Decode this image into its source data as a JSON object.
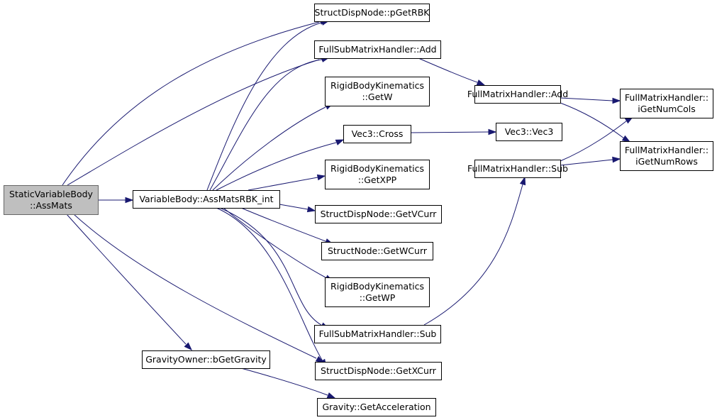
{
  "graph": {
    "edge_color": "#191970",
    "root_fill": "#bfbfbf",
    "nodes": {
      "static_ass": [
        "StaticVariableBody",
        "::AssMats"
      ],
      "var_ass": [
        "VariableBody::AssMatsRBK_int"
      ],
      "grav_owner": [
        "GravityOwner::bGetGravity"
      ],
      "pget_rbk": [
        "StructDispNode::pGetRBK"
      ],
      "fsub_add": [
        "FullSubMatrixHandler::Add"
      ],
      "rbk_getw": [
        "RigidBodyKinematics",
        "::GetW"
      ],
      "vec3_cross": [
        "Vec3::Cross"
      ],
      "rbk_getxpp": [
        "RigidBodyKinematics",
        "::GetXPP"
      ],
      "getvcurr": [
        "StructDispNode::GetVCurr"
      ],
      "getwcurr": [
        "StructNode::GetWCurr"
      ],
      "rbk_getwp": [
        "RigidBodyKinematics",
        "::GetWP"
      ],
      "fsub_sub": [
        "FullSubMatrixHandler::Sub"
      ],
      "getxcurr": [
        "StructDispNode::GetXCurr"
      ],
      "grav_acc": [
        "Gravity::GetAcceleration"
      ],
      "fm_add": [
        "FullMatrixHandler::Add"
      ],
      "vec3_vec3": [
        "Vec3::Vec3"
      ],
      "fm_sub": [
        "FullMatrixHandler::Sub"
      ],
      "fm_cols": [
        "FullMatrixHandler::",
        "iGetNumCols"
      ],
      "fm_rows": [
        "FullMatrixHandler::",
        "iGetNumRows"
      ]
    },
    "edges": [
      [
        "static_ass",
        "pget_rbk"
      ],
      [
        "static_ass",
        "fsub_add"
      ],
      [
        "static_ass",
        "var_ass"
      ],
      [
        "static_ass",
        "grav_owner"
      ],
      [
        "static_ass",
        "getxcurr"
      ],
      [
        "var_ass",
        "pget_rbk"
      ],
      [
        "var_ass",
        "fsub_add"
      ],
      [
        "var_ass",
        "rbk_getw"
      ],
      [
        "var_ass",
        "vec3_cross"
      ],
      [
        "var_ass",
        "rbk_getxpp"
      ],
      [
        "var_ass",
        "getvcurr"
      ],
      [
        "var_ass",
        "getwcurr"
      ],
      [
        "var_ass",
        "rbk_getwp"
      ],
      [
        "var_ass",
        "fsub_sub"
      ],
      [
        "var_ass",
        "getxcurr"
      ],
      [
        "fsub_add",
        "fm_add"
      ],
      [
        "vec3_cross",
        "vec3_vec3"
      ],
      [
        "fsub_sub",
        "fm_sub"
      ],
      [
        "fm_add",
        "fm_cols"
      ],
      [
        "fm_add",
        "fm_rows"
      ],
      [
        "fm_sub",
        "fm_cols"
      ],
      [
        "fm_sub",
        "fm_rows"
      ],
      [
        "grav_owner",
        "grav_acc"
      ]
    ]
  }
}
